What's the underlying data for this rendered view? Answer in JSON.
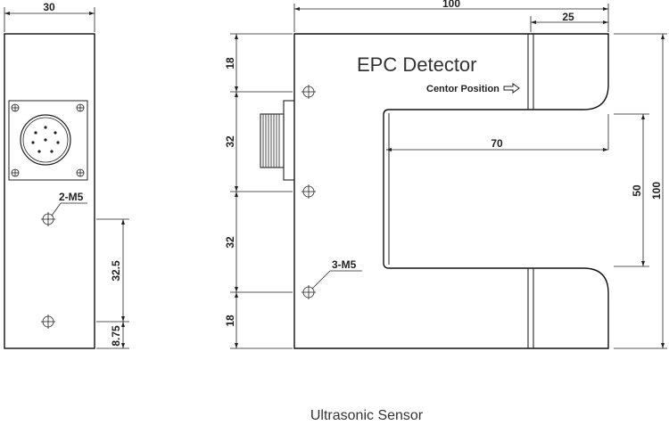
{
  "title": "EPC Detector",
  "center_position_label": "Centor Position",
  "caption": "Ultrasonic Sensor",
  "callouts": {
    "left_holes": "2-M5",
    "right_holes": "3-M5"
  },
  "dimensions": {
    "left_width": "30",
    "left_hole_spacing": "32.5",
    "left_bottom_offset": "8.75",
    "overall_width": "100",
    "arm_width": "25",
    "slot_depth": "70",
    "slot_height": "50",
    "overall_height": "100",
    "v_top": "18",
    "v_upper": "32",
    "v_lower": "32",
    "v_bottom": "18"
  }
}
